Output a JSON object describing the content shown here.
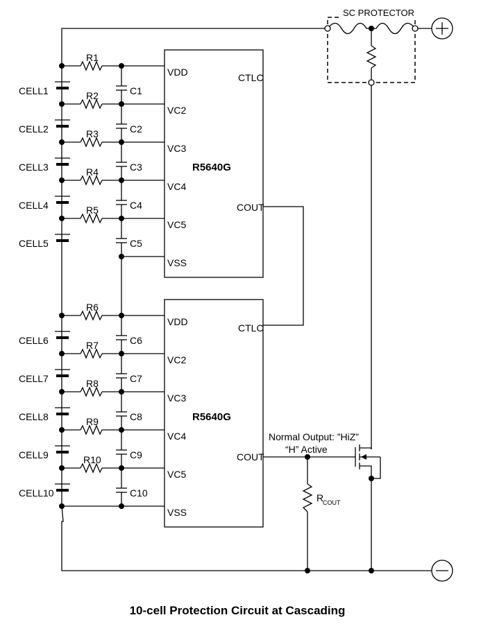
{
  "title": "10-cell Protection Circuit at Cascading",
  "sc_protector_label": "SC PROTECTOR",
  "ic_upper": {
    "name": "R5640G",
    "pins_left": [
      "VDD",
      "VC2",
      "VC3",
      "VC4",
      "VC5",
      "VSS"
    ],
    "pin_ctlc": "CTLC",
    "pin_cout": "COUT"
  },
  "ic_lower": {
    "name": "R5640G",
    "pins_left": [
      "VDD",
      "VC2",
      "VC3",
      "VC4",
      "VC5",
      "VSS"
    ],
    "pin_ctlc": "CTLC",
    "pin_cout": "COUT"
  },
  "cells": [
    "CELL1",
    "CELL2",
    "CELL3",
    "CELL4",
    "CELL5",
    "CELL6",
    "CELL7",
    "CELL8",
    "CELL9",
    "CELL10"
  ],
  "resistors": [
    "R1",
    "R2",
    "R3",
    "R4",
    "R5",
    "R6",
    "R7",
    "R8",
    "R9",
    "R10"
  ],
  "capacitors": [
    "C1",
    "C2",
    "C3",
    "C4",
    "C5",
    "C6",
    "C7",
    "C8",
    "C9",
    "C10"
  ],
  "cout_note_line1": "Normal Output: ”HiZ”",
  "cout_note_line2": "“H” Active",
  "rcout_label": "R",
  "rcout_subscript": "COUT",
  "terminal_plus": "+",
  "terminal_minus": "−"
}
